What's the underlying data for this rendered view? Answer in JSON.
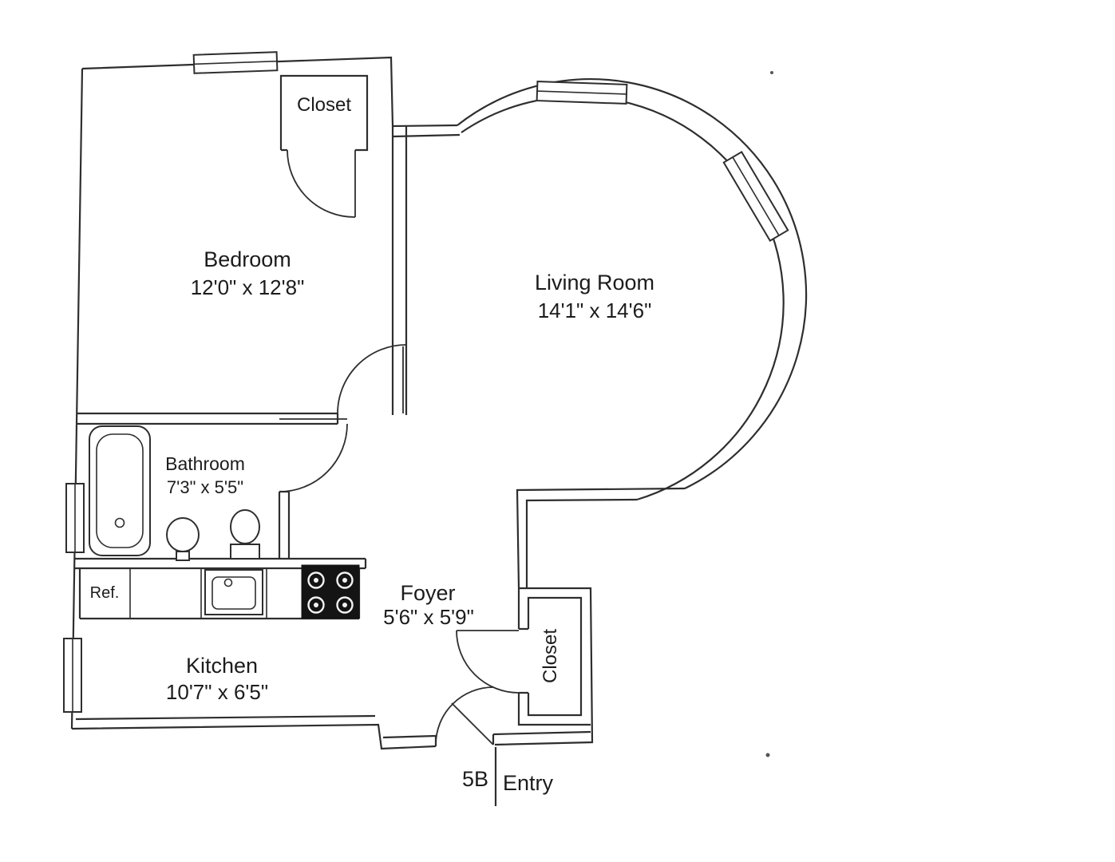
{
  "meta": {
    "drawing_type": "apartment floor plan",
    "line_color": "#2e2e2e",
    "background": "#ffffff"
  },
  "rooms": {
    "bedroom": {
      "name": "Bedroom",
      "dims": "12'0\" x 12'8\""
    },
    "living_room": {
      "name": "Living Room",
      "dims": "14'1\" x 14'6\""
    },
    "bathroom": {
      "name": "Bathroom",
      "dims": "7'3\" x 5'5\""
    },
    "kitchen": {
      "name": "Kitchen",
      "dims": "10'7\" x 6'5\""
    },
    "foyer": {
      "name": "Foyer",
      "dims": "5'6\" x 5'9\""
    },
    "closet_top": {
      "name": "Closet"
    },
    "closet_bottom": {
      "name": "Closet"
    }
  },
  "fixtures": {
    "refrigerator_label": "Ref."
  },
  "entry": {
    "unit_label": "5B",
    "entry_label": "Entry"
  }
}
